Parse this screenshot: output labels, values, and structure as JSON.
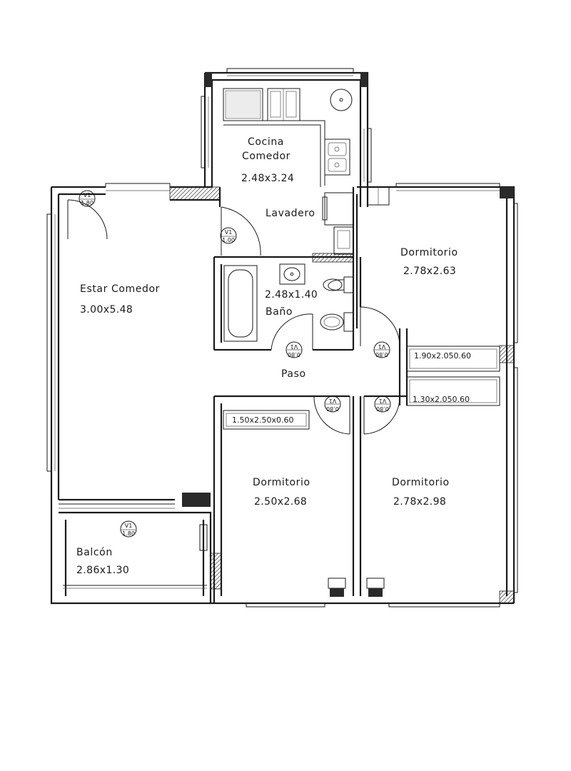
{
  "rooms": {
    "cocina": {
      "name_1": "Cocina",
      "name_2": "Comedor",
      "dims": "2.48x3.24"
    },
    "lavadero": {
      "name": "Lavadero"
    },
    "estar": {
      "name": "Estar Comedor",
      "dims": "3.00x5.48"
    },
    "dormitorio_1": {
      "name": "Dormitorio",
      "dims": "2.78x2.63"
    },
    "bano": {
      "name": "Baño",
      "dims": "2.48x1.40"
    },
    "paso": {
      "name": "Paso"
    },
    "dormitorio_2": {
      "name": "Dormitorio",
      "dims": "2.50x2.68"
    },
    "dormitorio_3": {
      "name": "Dormitorio",
      "dims": "2.78x2.98"
    },
    "balcon": {
      "name": "Balcón",
      "dims": "2.86x1.30"
    }
  },
  "closets": {
    "closet_1": "1.90x2.050.60",
    "closet_2": "1.30x2.050.60",
    "closet_3": "1.50x2.50x0.60"
  },
  "door_tags": {
    "tag_a": {
      "code": "V1",
      "size": "1.80"
    },
    "tag_b": {
      "code": "V1",
      "size": "1.00"
    },
    "tag_c": {
      "code": "V1",
      "size": "0.80"
    },
    "tag_d": {
      "code": "V1",
      "size": "0.80"
    },
    "tag_e": {
      "code": "V1",
      "size": "0.80"
    },
    "tag_f": {
      "code": "V1",
      "size": "0.80"
    },
    "tag_g": {
      "code": "V1",
      "size": "1.80"
    }
  }
}
